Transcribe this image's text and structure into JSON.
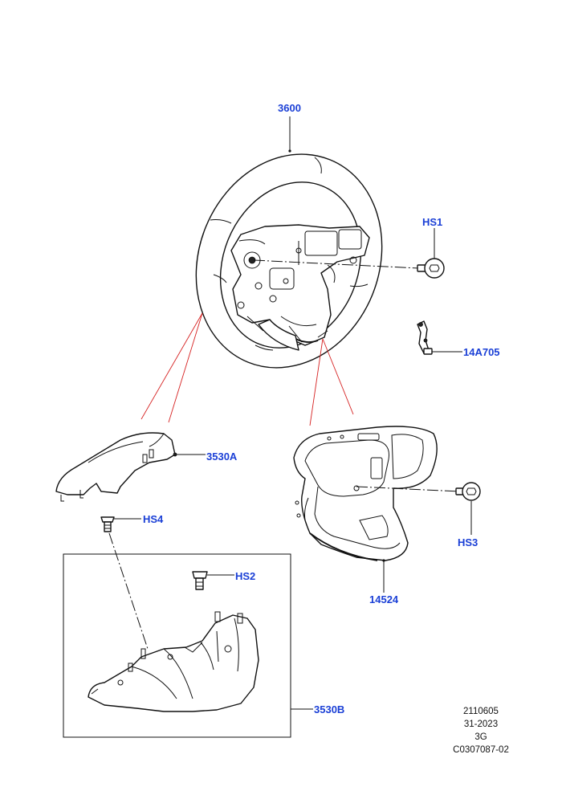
{
  "callouts": {
    "c3600": "3600",
    "hs1": "HS1",
    "c14a705": "14A705",
    "c3530a": "3530A",
    "hs4": "HS4",
    "hs2": "HS2",
    "c3530b": "3530B",
    "hs3": "HS3",
    "c14524": "14524"
  },
  "reference": {
    "line1": "2110605",
    "line2": "31-2023",
    "line3": "3G",
    "line4": "C0307087-02"
  },
  "colors": {
    "callout_text": "#1a3fd6",
    "line_art": "#111111",
    "leader_red": "#d62222"
  }
}
